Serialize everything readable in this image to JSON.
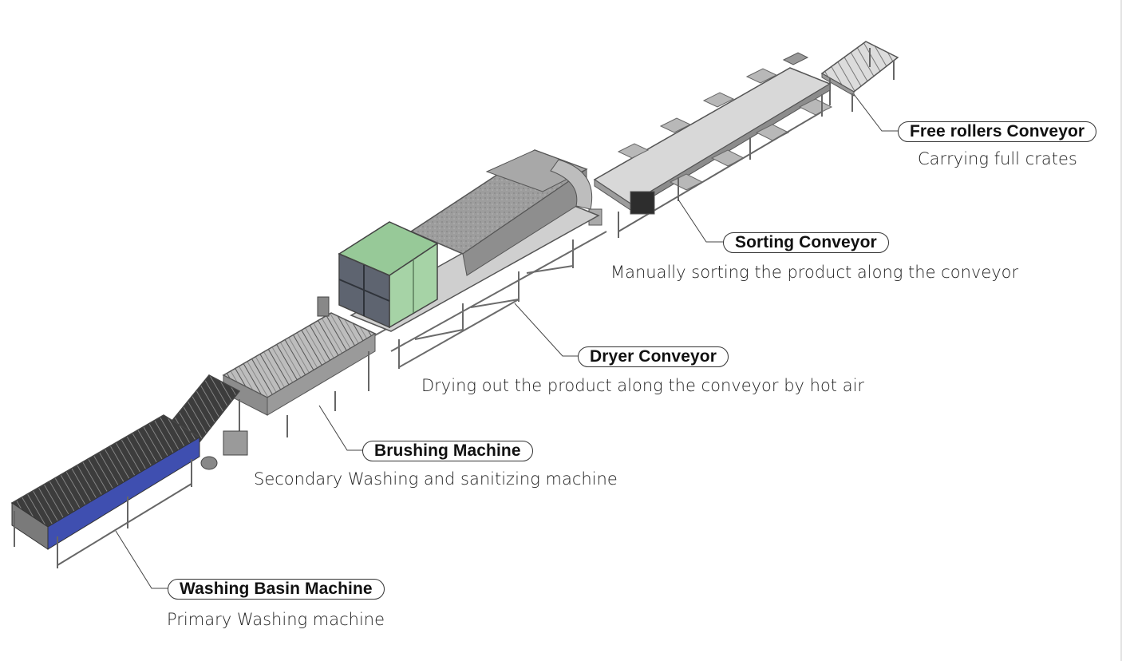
{
  "callouts": [
    {
      "id": "free-rollers",
      "title": "Free rollers Conveyor",
      "desc": "Carrying full crates"
    },
    {
      "id": "sorting",
      "title": "Sorting Conveyor",
      "desc": "Manually sorting the product along the conveyor"
    },
    {
      "id": "dryer",
      "title": "Dryer Conveyor",
      "desc": "Drying out the product along the conveyor by hot air"
    },
    {
      "id": "brushing",
      "title": "Brushing Machine",
      "desc": "Secondary Washing and sanitizing machine"
    },
    {
      "id": "washing",
      "title": "Washing Basin Machine",
      "desc": "Primary Washing machine"
    }
  ],
  "colors": {
    "frame": "#6b6b6b",
    "metal": "#c9c9c9",
    "dark_metal": "#4a4a4a",
    "belt": "#d6d6d6",
    "dryer_panel": "#95c795",
    "dryer_side": "#5f6470",
    "duct": "#9a9a9a",
    "basin_blue": "#2a3ea8"
  }
}
